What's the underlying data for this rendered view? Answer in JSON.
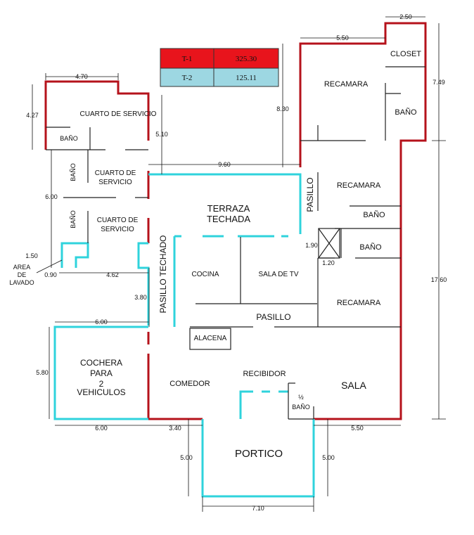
{
  "colors": {
    "exterior_wall": "#b5121b",
    "glass_wall": "#2fd3dc",
    "interior_wall": "#222222",
    "legend_t1": "#e8141c",
    "legend_t2": "#9dd7e2"
  },
  "legend": {
    "t1_label": "T-1",
    "t1_value": "325.30",
    "t2_label": "T-2",
    "t2_value": "125.11"
  },
  "rooms": {
    "cuarto_servicio_1": "CUARTO DE SERVICIO",
    "bano_servicio": "BAÑO",
    "bano_vertical_1": "BAÑO",
    "cuarto_servicio_2_l1": "CUARTO DE",
    "cuarto_servicio_2_l2": "SERVICIO",
    "bano_vertical_2": "BAÑO",
    "cuarto_servicio_3_l1": "CUARTO DE",
    "cuarto_servicio_3_l2": "SERVICIO",
    "area_lavado_l1": "AREA",
    "area_lavado_l2": "DE",
    "area_lavado_l3": "LAVADO",
    "terraza_l1": "TERRAZA",
    "terraza_l2": "TECHADA",
    "pasillo_techado": "PASILLO TECHADO",
    "cocina": "COCINA",
    "sala_tv": "SALA DE TV",
    "pasillo_h": "PASILLO",
    "pasillo_v": "PASILLO",
    "alacena": "ALACENA",
    "cochera_l1": "COCHERA",
    "cochera_l2": "PARA",
    "cochera_l3": "2",
    "cochera_l4": "VEHICULOS",
    "comedor": "COMEDOR",
    "recibidor": "RECIBIDOR",
    "sala": "SALA",
    "medio_bano_frac": "½",
    "medio_bano": "BAÑO",
    "portico": "PORTICO",
    "recamara_1": "RECAMARA",
    "closet": "CLOSET",
    "bano_recamara_1": "BAÑO",
    "recamara_2": "RECAMARA",
    "bano_recamara_2": "BAÑO",
    "bano_recamara_3": "BAÑO",
    "recamara_3": "RECAMARA"
  },
  "dimensions": {
    "d_470": "4.70",
    "d_427": "4.27",
    "d_510": "5.10",
    "d_600_v": "6.00",
    "d_150": "1.50",
    "d_090": "0.90",
    "d_462": "4.62",
    "d_380": "3.80",
    "d_960": "9.60",
    "d_830": "8.30",
    "d_550_top": "5.50",
    "d_250": "2.50",
    "d_749": "7.49",
    "d_190": "1.90",
    "d_120": "1.20",
    "d_1760": "17.60",
    "d_600_top": "6.00",
    "d_580": "5.80",
    "d_600_bot": "6.00",
    "d_340": "3.40",
    "d_500_l": "5.00",
    "d_500_r": "5.00",
    "d_550_bot": "5.50",
    "d_710": "7.10"
  }
}
